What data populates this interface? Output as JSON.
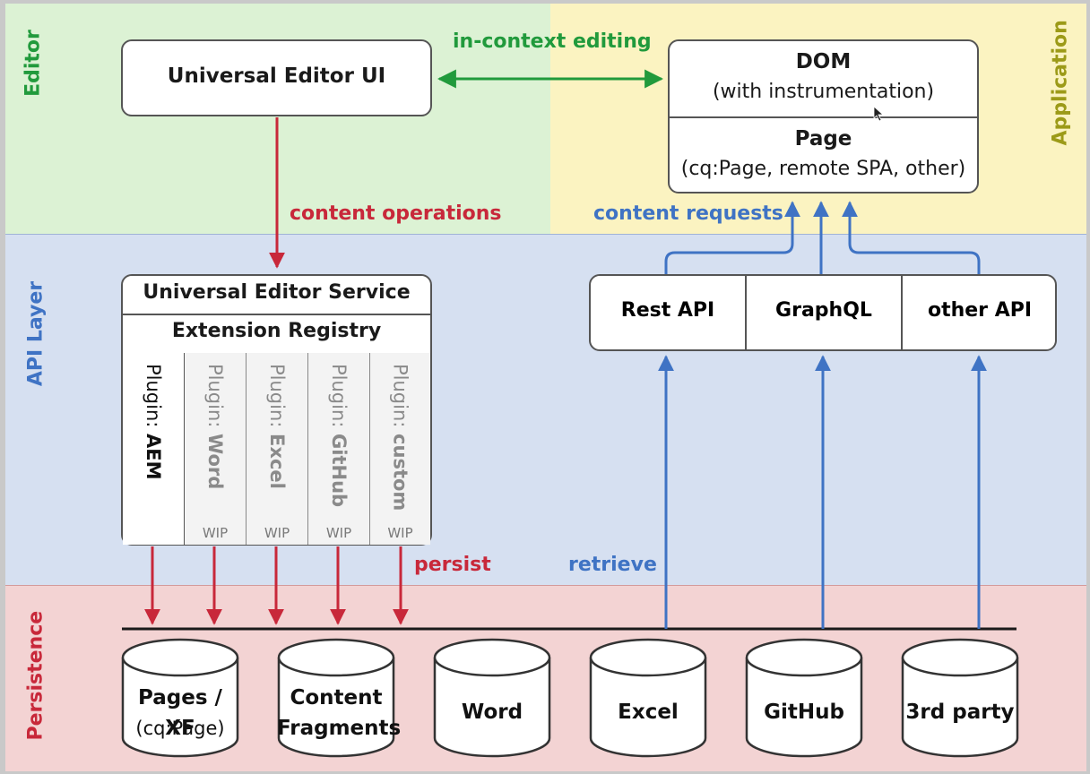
{
  "zones": {
    "editor": "Editor",
    "application": "Application",
    "api_layer": "API Layer",
    "persistence": "Persistence"
  },
  "editor_ui": {
    "label": "Universal Editor UI"
  },
  "dom_box": {
    "title": "DOM",
    "subtitle": "(with instrumentation)",
    "page_title": "Page",
    "page_subtitle": "(cq:Page, remote SPA, other)"
  },
  "arrows": {
    "in_context_editing": "in-context editing",
    "content_operations": "content operations",
    "content_requests": "content requests",
    "persist": "persist",
    "retrieve": "retrieve"
  },
  "service": {
    "title": "Universal Editor Service",
    "registry": "Extension Registry",
    "plugins": [
      {
        "prefix": "Plugin: ",
        "name": "AEM",
        "wip": ""
      },
      {
        "prefix": "Plugin: ",
        "name": "Word",
        "wip": "WIP"
      },
      {
        "prefix": "Plugin: ",
        "name": "Excel",
        "wip": "WIP"
      },
      {
        "prefix": "Plugin: ",
        "name": "GitHub",
        "wip": "WIP"
      },
      {
        "prefix": "Plugin: ",
        "name": "custom",
        "wip": "WIP"
      }
    ]
  },
  "apis": [
    "Rest API",
    "GraphQL",
    "other API"
  ],
  "stores": [
    {
      "line1": "Pages / XF",
      "line2": "(cq:Page)"
    },
    {
      "line1": "Content",
      "line2": "Fragments"
    },
    {
      "line1": "Word",
      "line2": ""
    },
    {
      "line1": "Excel",
      "line2": ""
    },
    {
      "line1": "GitHub",
      "line2": ""
    },
    {
      "line1": "3rd party",
      "line2": ""
    }
  ],
  "colors": {
    "green": "#219a3c",
    "red": "#c8283a",
    "blue": "#3f73c4",
    "olive": "#9c9a18"
  }
}
